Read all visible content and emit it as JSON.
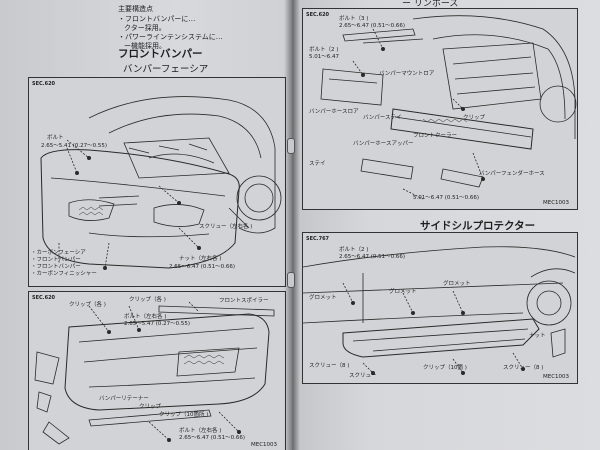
{
  "left_page": {
    "bullets_heading": "主要構造点",
    "bullets": [
      "・フロントバンパーに…",
      "・パワーラインテンシステムに…"
    ],
    "bullet_line2": "クター採用。",
    "bullet_line4": "ー機能採用。",
    "section_title": "フロントバンパー",
    "subsection_title": "バンパーフェーシア",
    "figure1": {
      "code": "SEC.620",
      "labels": {
        "bolt": "ボルト",
        "screw": "スクリュー（左右各 )",
        "nut": "ナット（左右各 )",
        "torque1": "2.65～5.41 (0.27～0.55)",
        "torque2": "2.65～6.47 (0.51～0.66)"
      },
      "legend": [
        "・カーボンフェーシア",
        "・フロントバンパー",
        "・フロントバンパー",
        "・カーボンフィニッシャー"
      ]
    },
    "figure2": {
      "code": "SEC.620",
      "labels": {
        "clip_a": "クリップ（各 )",
        "clip_b": "クリップ（各 )",
        "spoiler": "フロントスポイラー",
        "bolt": "ボルト（左右各 )",
        "torque": "2.65～5.47 (0.27～0.55)",
        "bumper_reinforcement": "バンパーリテーナー",
        "clip_c": "クリップ",
        "clip_d": "クリップ（10箇所 )",
        "lower_clip": "ボルト（左右各 )",
        "lower_torque": "2.65～6.47 (0.51～0.66)"
      },
      "footer_code": "MEC1003"
    }
  },
  "right_page": {
    "top_header": "ー リンホース",
    "figure1": {
      "code": "SEC.620",
      "labels": {
        "bolt_top": "ボルト（3 )",
        "torque_top": "2.65～6.47 (0.51～0.66)",
        "bolt_left": "ボルト（2 )",
        "torque_left": "5.01～6.47",
        "bumper_mount": "バンパーマウントロア",
        "bumper_sub": "バンパーホースロア",
        "bumper_stay": "バンパーステイ",
        "clip": "クリップ",
        "bumper_support": "バンパーホースアッパー",
        "stay2": "ステイ",
        "front_grille": "フロントクーラー",
        "bumper_fender": "バンパーフェンダーホース",
        "torque_bottom": "5.01～6.47 (0.51～0.66)"
      },
      "footer_code": "MEC1003"
    },
    "section2_title": "サイドシルプロテクター",
    "figure2": {
      "code": "SEC.767",
      "labels": {
        "bolt": "ボルト（2 )",
        "torque": "2.65～6.47 (0.51～0.66)",
        "grommet_a": "グロメット",
        "grommet_b": "グロメット",
        "grommet_c": "グロメット",
        "screw_a": "スクリュー（8 )",
        "screw_b": "スクリュー（8 )",
        "clip": "クリップ（10箇 )",
        "screw_c": "スクリュー",
        "nut": "ナット"
      },
      "footer_code": "MEC1003"
    }
  },
  "colors": {
    "paper": "#d9dadd",
    "ink": "#1e1e1e",
    "background": "#0b0b0b"
  }
}
